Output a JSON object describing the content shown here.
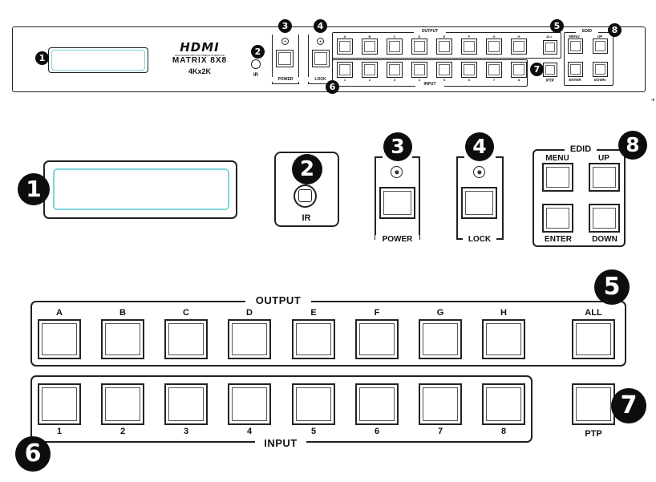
{
  "device": {
    "brand": "HDMI",
    "brand_subtitle": "HIGH-DEFINITION MULTIMEDIA INTERFACE",
    "model": "MATRIX 8X8",
    "resolution": "4Kx2K"
  },
  "labels": {
    "ir": "IR",
    "power": "POWER",
    "lock": "LOCK",
    "output": "OUTPUT",
    "input": "INPUT",
    "all": "ALL",
    "ptp": "PTP",
    "edid": "EDID",
    "menu": "MENU",
    "up": "UP",
    "enter": "ENTER",
    "down": "DOWN"
  },
  "outputs": [
    "A",
    "B",
    "C",
    "D",
    "E",
    "F",
    "G",
    "H"
  ],
  "inputs": [
    "1",
    "2",
    "3",
    "4",
    "5",
    "6",
    "7",
    "8"
  ],
  "callouts": [
    "1",
    "2",
    "3",
    "4",
    "5",
    "6",
    "7",
    "8"
  ],
  "colors": {
    "lcd_glow": "#7fd6dd",
    "badge": "#0d0d0d"
  }
}
